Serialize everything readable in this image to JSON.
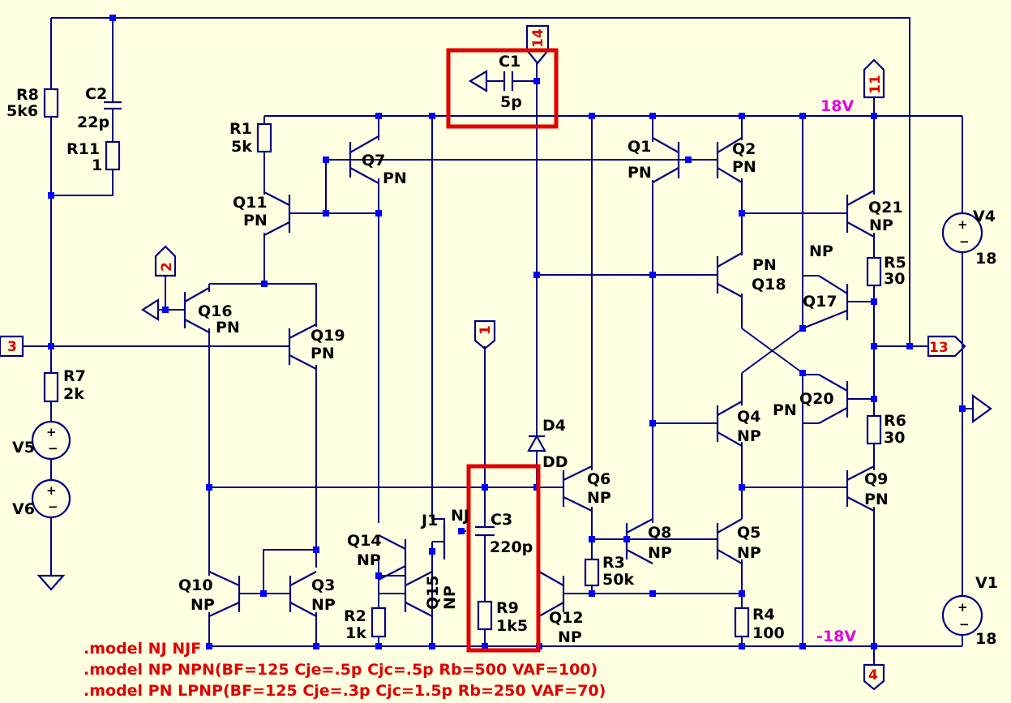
{
  "components": {
    "R8": {
      "name": "R8",
      "value": "5k6"
    },
    "C2": {
      "name": "C2",
      "value": "22p"
    },
    "R11": {
      "name": "R11",
      "value": "1"
    },
    "R1": {
      "name": "R1",
      "value": "5k"
    },
    "Q7": {
      "name": "Q7",
      "model": "PN"
    },
    "Q11": {
      "name": "Q11",
      "model": "PN"
    },
    "C1": {
      "name": "C1",
      "value": "5p"
    },
    "Q1": {
      "name": "Q1",
      "model": "PN"
    },
    "Q2": {
      "name": "Q2",
      "model": "PN"
    },
    "Q21": {
      "name": "Q21",
      "model": "NP"
    },
    "V4": {
      "name": "V4",
      "value": "18"
    },
    "R5": {
      "name": "R5",
      "value": "30"
    },
    "Q18": {
      "name": "Q18",
      "model": "PN"
    },
    "Q17": {
      "name": "Q17",
      "model": "NP"
    },
    "Q16": {
      "name": "Q16",
      "model": "PN"
    },
    "Q19": {
      "name": "Q19",
      "model": "PN"
    },
    "R7": {
      "name": "R7",
      "value": "2k"
    },
    "V5": {
      "name": "V5"
    },
    "V6": {
      "name": "V6"
    },
    "Q20": {
      "name": "Q20",
      "model": "PN"
    },
    "Q4": {
      "name": "Q4",
      "model": "NP"
    },
    "R6": {
      "name": "R6",
      "value": "30"
    },
    "D4": {
      "name": "D4",
      "model": "DD"
    },
    "Q6": {
      "name": "Q6",
      "model": "NP"
    },
    "Q9": {
      "name": "Q9",
      "model": "PN"
    },
    "J1": {
      "name": "J1",
      "model": "NJ"
    },
    "C3": {
      "name": "C3",
      "value": "220p"
    },
    "Q14": {
      "name": "Q14",
      "model": "NP"
    },
    "Q15": {
      "name": "Q15",
      "model": "NP"
    },
    "Q8": {
      "name": "Q8",
      "model": "NP"
    },
    "Q5": {
      "name": "Q5",
      "model": "NP"
    },
    "R3": {
      "name": "R3",
      "value": "50k"
    },
    "Q10": {
      "name": "Q10",
      "model": "NP"
    },
    "Q3": {
      "name": "Q3",
      "model": "NP"
    },
    "R2": {
      "name": "R2",
      "value": "1k"
    },
    "R9": {
      "name": "R9",
      "value": "1k5"
    },
    "Q12": {
      "name": "Q12",
      "model": "NP"
    },
    "R4": {
      "name": "R4",
      "value": "100"
    },
    "V1": {
      "name": "V1",
      "value": "18"
    }
  },
  "nets": {
    "pos": "18V",
    "neg": "-18V"
  },
  "pins": {
    "p14": "14",
    "p11": "11",
    "p2": "2",
    "p3": "3",
    "p1": "1",
    "p13": "13",
    "p4": "4"
  },
  "spice": [
    ".model NJ NJF",
    ".model NP NPN(BF=125 Cje=.5p Cjc=.5p Rb=500 VAF=100)",
    ".model PN LPNP(BF=125 Cje=.3p Cjc=1.5p Rb=250 VAF=70)"
  ],
  "colors": {
    "wire": "#000080",
    "junction": "#0000ff",
    "highlight": "#e00000",
    "background": "#ffffe1"
  }
}
